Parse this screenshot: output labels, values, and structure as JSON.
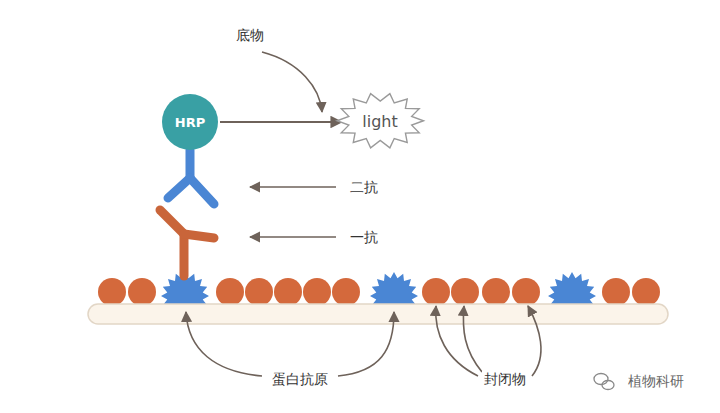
{
  "diagram": {
    "nodes": [
      {
        "text": [
          "HRP"
        ]
      },
      {
        "text": [
          "light"
        ]
      }
    ],
    "edges": [
      {
        "from": 0,
        "to": 1,
        "arrow": "to"
      }
    ],
    "labels": [
      "底物",
      "二抗",
      "一抗",
      "蛋白抗原",
      "封闭物",
      "植物科研"
    ]
  }
}
